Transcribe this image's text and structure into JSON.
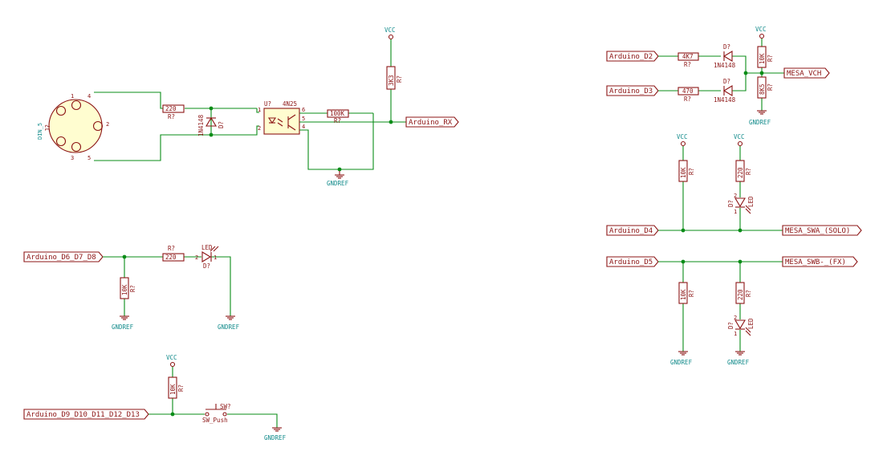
{
  "midi_in": {
    "connector": {
      "name": "DIN_5",
      "ref": "J?",
      "pins": [
        "1",
        "2",
        "3",
        "4",
        "5"
      ]
    },
    "resistor_in": {
      "value": "220",
      "ref": "R?"
    },
    "diode": {
      "value": "1N4148",
      "ref": "D?"
    },
    "opto": {
      "value": "4N25",
      "ref": "U?",
      "pins": [
        "1",
        "2",
        "6",
        "5",
        "4"
      ]
    },
    "resistor_base": {
      "value": "100K",
      "ref": "R?"
    },
    "resistor_pullup": {
      "value": "3K3",
      "ref": "R?"
    },
    "vcc": "VCC",
    "gnd": "GNDREF",
    "label_rx": "Arduino_RX"
  },
  "channel": {
    "label_d2": "Arduino_D2",
    "label_d3": "Arduino_D3",
    "r_d2": {
      "value": "4K7",
      "ref": "R?"
    },
    "r_d3": {
      "value": "470",
      "ref": "R?"
    },
    "diode1": {
      "value": "1N4148",
      "ref": "D?"
    },
    "diode2": {
      "value": "1N4148",
      "ref": "D?"
    },
    "r_top": {
      "value": "10K",
      "ref": "R?"
    },
    "r_bottom": {
      "value": "8K5",
      "ref": "R?"
    },
    "vcc": "VCC",
    "gnd": "GNDREF",
    "label_out": "MESA_VCH"
  },
  "swa": {
    "label_in": "Arduino_D4",
    "r_pull": {
      "value": "10K",
      "ref": "R?"
    },
    "r_led": {
      "value": "220",
      "ref": "R?"
    },
    "led": {
      "value": "LED",
      "ref": "D?",
      "pin1": "1",
      "pin2": "2"
    },
    "vcc1": "VCC",
    "vcc2": "VCC",
    "label_out": "MESA_SWA_(SOLO)"
  },
  "swb": {
    "label_in": "Arduino_D5",
    "r_pull": {
      "value": "10K",
      "ref": "R?"
    },
    "r_led": {
      "value": "220",
      "ref": "R?"
    },
    "led": {
      "value": "LED",
      "ref": "D?",
      "pin1": "1",
      "pin2": "2"
    },
    "gnd1": "GNDREF",
    "gnd2": "GNDREF",
    "label_out": "MESA_SWB-_(FX)"
  },
  "leds": {
    "label_in": "Arduino_D6_D7_D8",
    "r_series": {
      "value": "220",
      "ref": "R?"
    },
    "r_pull": {
      "value": "10K",
      "ref": "R?"
    },
    "led": {
      "value": "LED",
      "ref": "D?",
      "pin1": "1",
      "pin2": "2"
    },
    "gnd1": "GNDREF",
    "gnd2": "GNDREF"
  },
  "switches": {
    "label_in": "Arduino_D9_D10_D11_D12_D13",
    "r_pull": {
      "value": "10K",
      "ref": "R?"
    },
    "sw": {
      "value": "SW_Push",
      "ref": "SW?"
    },
    "vcc": "VCC",
    "gnd": "GNDREF"
  }
}
